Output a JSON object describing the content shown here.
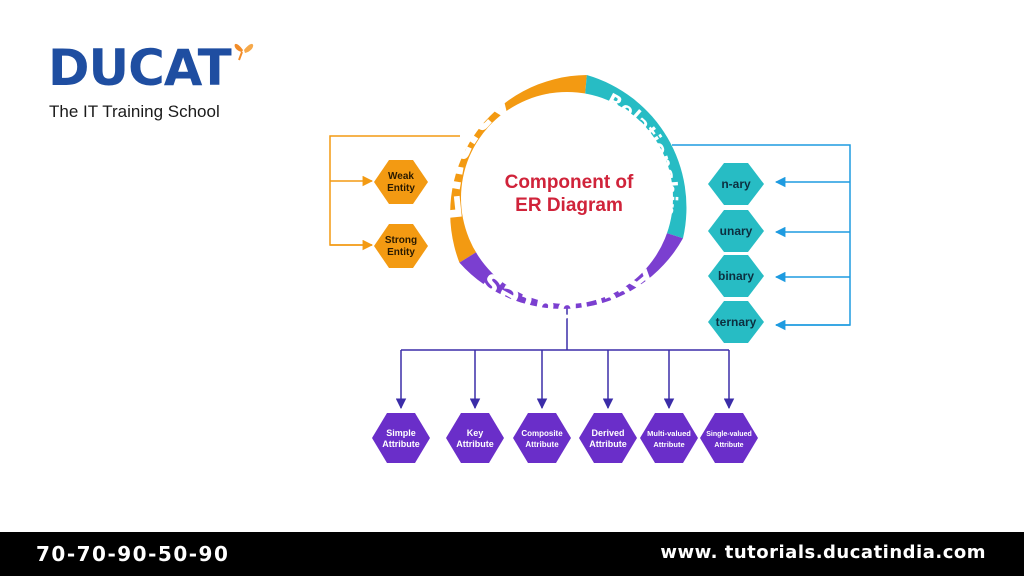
{
  "logo": {
    "brand": "DUCAT",
    "tagline": "The IT Training School"
  },
  "center": {
    "line1": "Component of",
    "line2": "ER Diagram"
  },
  "ring": {
    "entity": "Entity",
    "relationship": "Relationship",
    "attributes": "Attributes"
  },
  "entity_types": [
    {
      "line1": "Weak",
      "line2": "Entity"
    },
    {
      "line1": "Strong",
      "line2": "Entity"
    }
  ],
  "relationship_types": [
    "n-ary",
    "unary",
    "binary",
    "ternary"
  ],
  "attribute_types": [
    {
      "line1": "Simple",
      "line2": "Attribute"
    },
    {
      "line1": "Key",
      "line2": "Attribute"
    },
    {
      "line1": "Composite",
      "line2": "Attribute"
    },
    {
      "line1": "Derived",
      "line2": "Attribute"
    },
    {
      "line1": "Multi-valued",
      "line2": "Attribute"
    },
    {
      "line1": "Single-valued",
      "line2": "Attribute"
    }
  ],
  "footer": {
    "phone": "70-70-90-50-90",
    "website": "www. tutorials.ducatindia.com"
  },
  "colors": {
    "entity": "#f39a12",
    "relationship": "#27bcc4",
    "attributes": "#7b3fd0",
    "center_text": "#d0233a",
    "brand": "#1f4ea1"
  }
}
